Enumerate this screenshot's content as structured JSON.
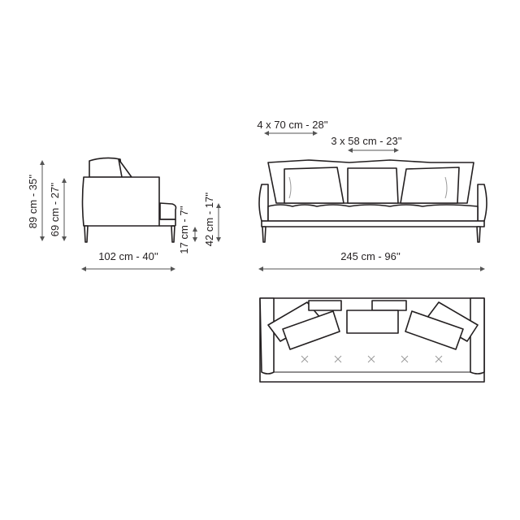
{
  "side_view": {
    "total_height": "89 cm - 35''",
    "arm_height": "69 cm - 27''",
    "leg_height": "17 cm - 7''",
    "seat_height": "42 cm - 17''",
    "depth": "102 cm - 40''"
  },
  "front_view": {
    "back_cushions": "4 x 70 cm - 28''",
    "seat_cushions": "3 x 58 cm - 23''",
    "width": "245 cm - 96''"
  },
  "colors": {
    "line": "#231f20",
    "dimension": "#555555"
  }
}
